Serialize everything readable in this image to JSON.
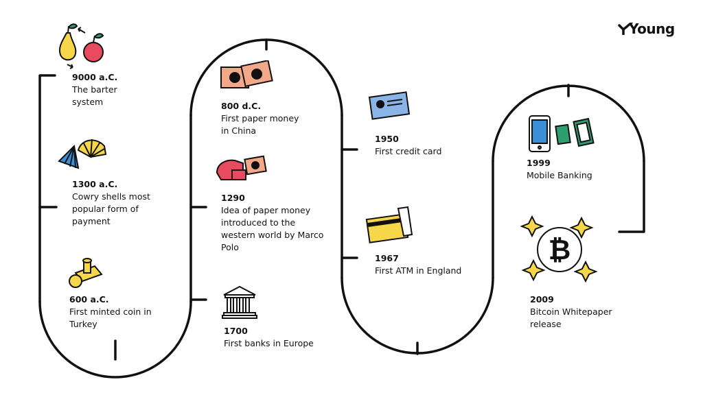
{
  "brand": {
    "name": "Young"
  },
  "events": [
    {
      "year": "9000 a.C.",
      "desc": "The barter\nsystem",
      "icon": "barter-fruit-icon"
    },
    {
      "year": "1300 a.C.",
      "desc": "Cowry shells most\npopular form of\npayment",
      "icon": "shell-icon"
    },
    {
      "year": "600 a.C.",
      "desc": "First minted coin in\nTurkey",
      "icon": "coin-stamp-icon"
    },
    {
      "year": "800 d.C.",
      "desc": "First paper money\nin China",
      "icon": "banknote-icon"
    },
    {
      "year": "1290",
      "desc": "Idea of paper money\nintroduced to the\nwestern world by Marco\nPolo",
      "icon": "wallet-note-icon"
    },
    {
      "year": "1700",
      "desc": "First banks in Europe",
      "icon": "bank-icon"
    },
    {
      "year": "1950",
      "desc": "First credit card",
      "icon": "credit-card-icon"
    },
    {
      "year": "1967",
      "desc": "First ATM in England",
      "icon": "atm-card-icon"
    },
    {
      "year": "1999",
      "desc": "Mobile Banking",
      "icon": "mobile-phone-icon"
    },
    {
      "year": "2009",
      "desc": "Bitcoin Whitepaper\nrelease",
      "icon": "bitcoin-icon"
    }
  ],
  "colors": {
    "track": "#111111",
    "yellow": "#f7d74a",
    "blue": "#3a8fd6",
    "pink": "#f4a88a",
    "red": "#e84a5f",
    "green": "#2e9e6e",
    "lightblue": "#8ab4e6"
  }
}
